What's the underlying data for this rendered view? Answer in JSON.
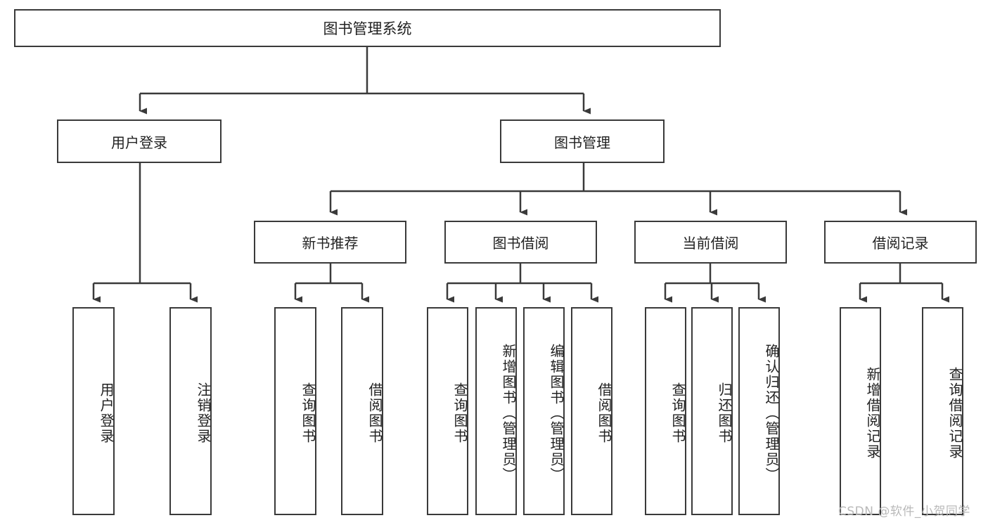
{
  "diagram": {
    "title": "图书管理系统",
    "type": "tree-hierarchy",
    "root": {
      "label": "图书管理系统"
    },
    "level2": [
      {
        "label": "用户登录"
      },
      {
        "label": "图书管理"
      }
    ],
    "level3": [
      {
        "label": "新书推荐"
      },
      {
        "label": "图书借阅"
      },
      {
        "label": "当前借阅"
      },
      {
        "label": "借阅记录"
      }
    ],
    "leaves": {
      "user_login": [
        {
          "label": "用户登录"
        },
        {
          "label": "注销登录"
        }
      ],
      "new_book_recommend": [
        {
          "label": "查询图书"
        },
        {
          "label": "借阅图书"
        }
      ],
      "book_borrow": [
        {
          "label": "查询图书"
        },
        {
          "label": "新增图书（管理员）"
        },
        {
          "label": "编辑图书（管理员）"
        },
        {
          "label": "借阅图书"
        }
      ],
      "current_borrow": [
        {
          "label": "查询图书"
        },
        {
          "label": "归还图书"
        },
        {
          "label": "确认归还（管理员）"
        }
      ],
      "borrow_record": [
        {
          "label": "新增借阅记录"
        },
        {
          "label": "查询借阅记录"
        }
      ]
    }
  },
  "watermark": {
    "text": "CSDN @软件_小贺同学"
  },
  "colors": {
    "stroke": "#3a3a3a",
    "background": "#ffffff",
    "text": "#222222",
    "watermark": "#b9b9b9"
  }
}
